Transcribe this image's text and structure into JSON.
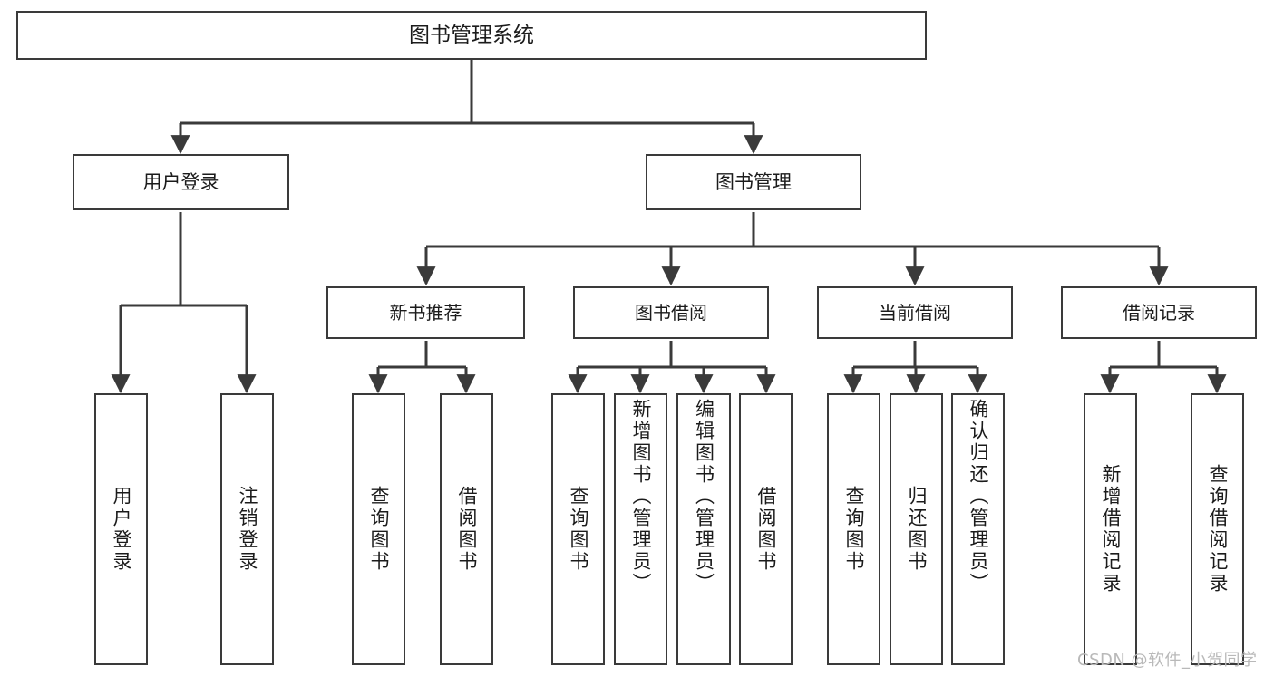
{
  "diagram": {
    "title": "图书管理系统",
    "root": {
      "label": "图书管理系统"
    },
    "level1": [
      {
        "label": "用户登录"
      },
      {
        "label": "图书管理"
      }
    ],
    "level2": [
      {
        "label": "新书推荐"
      },
      {
        "label": "图书借阅"
      },
      {
        "label": "当前借阅"
      },
      {
        "label": "借阅记录"
      }
    ],
    "leaves": {
      "user_login": [
        {
          "label": "用户登录"
        },
        {
          "label": "注销登录"
        }
      ],
      "new_book_recommend": [
        {
          "label": "查询图书"
        },
        {
          "label": "借阅图书"
        }
      ],
      "book_borrow": [
        {
          "label": "查询图书"
        },
        {
          "label": "新增图书（管理员）"
        },
        {
          "label": "编辑图书（管理员）"
        },
        {
          "label": "借阅图书"
        }
      ],
      "current_borrow": [
        {
          "label": "查询图书"
        },
        {
          "label": "归还图书"
        },
        {
          "label": "确认归还（管理员）"
        }
      ],
      "borrow_record": [
        {
          "label": "新增借阅记录"
        },
        {
          "label": "查询借阅记录"
        }
      ]
    }
  },
  "watermark": {
    "text": "CSDN @软件_小贺同学"
  },
  "colors": {
    "stroke": "#3a3a3a",
    "background": "#ffffff",
    "text": "#1b1b1b",
    "watermark": "#b9b9b9"
  }
}
